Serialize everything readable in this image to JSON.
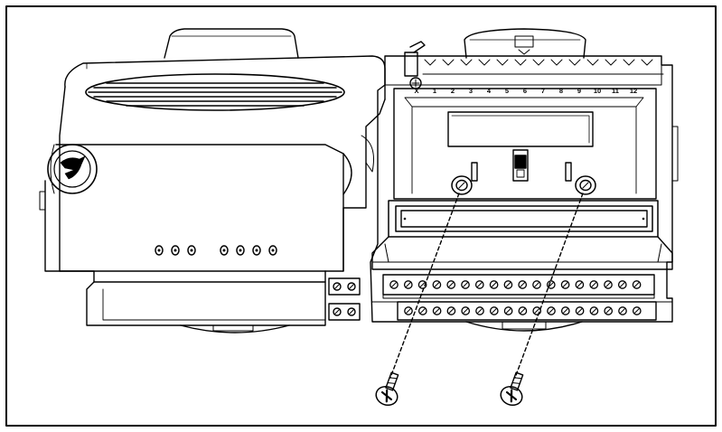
{
  "figure": {
    "terminal_labels": [
      "X",
      "1",
      "2",
      "3",
      "4",
      "5",
      "6",
      "7",
      "8",
      "9",
      "10",
      "11",
      "12"
    ]
  },
  "colors": {
    "line": "#000000",
    "background": "#ffffff",
    "frame": "#000000"
  },
  "icons": {
    "logo": "eagle-logo-icon",
    "screw": "screw-icon"
  }
}
